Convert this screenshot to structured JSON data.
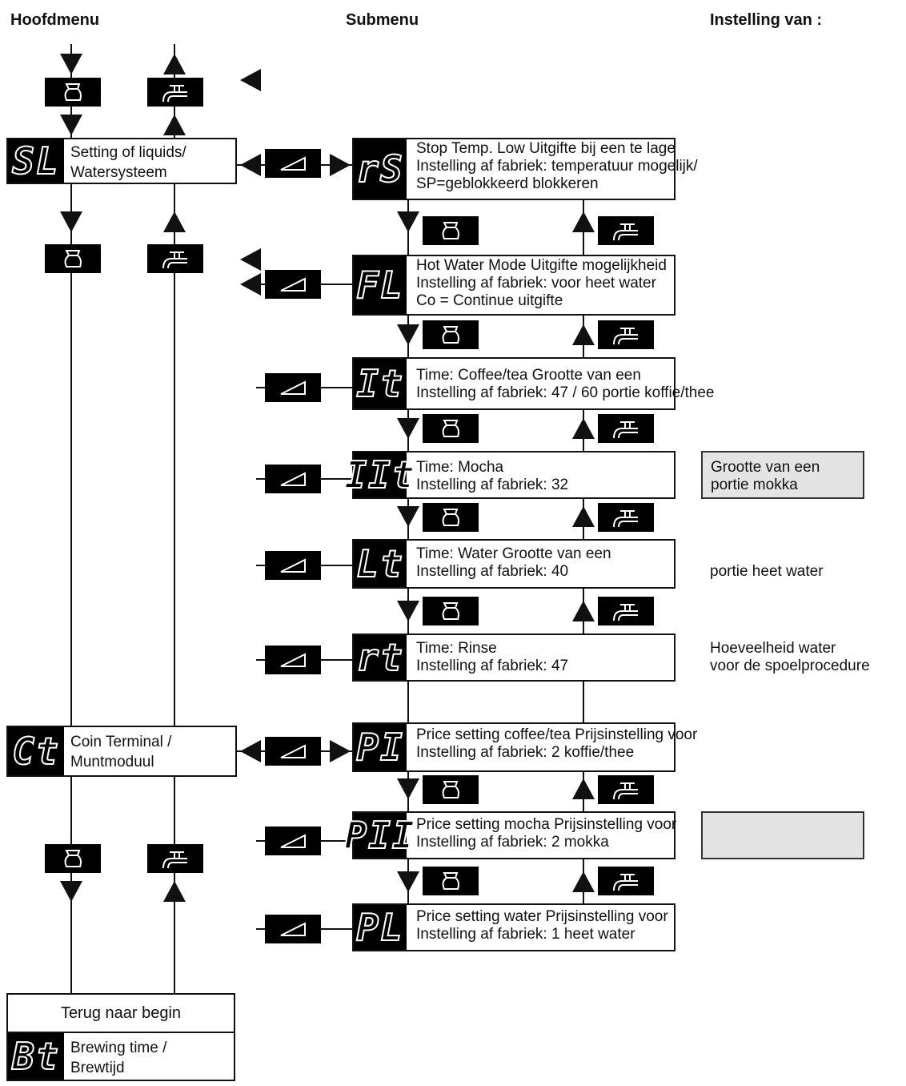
{
  "headers": {
    "main": "Hoofdmenu",
    "sub": "Submenu",
    "setting": "Instelling van :"
  },
  "main_menu": {
    "sl": {
      "code": "SL",
      "line1": "Setting of liquids/",
      "line2": "Watersysteem"
    },
    "ct": {
      "code": "Ct",
      "line1": "Coin Terminal /",
      "line2": "Muntmoduul"
    },
    "back": "Terug naar begin",
    "bt": {
      "code": "Bt",
      "line1": "Brewing time /",
      "line2": "Brewtijd"
    }
  },
  "submenu": [
    {
      "code": "rS",
      "lines": [
        "Stop Temp. Low Uitgifte bij een te lage",
        "Instelling af fabriek: temperatuur mogelijk/",
        "SP=geblokkeerd blokkeren"
      ]
    },
    {
      "code": "FL",
      "lines": [
        "Hot Water Mode Uitgifte mogelijkheid",
        "Instelling af fabriek: voor heet water",
        "Co = Continue uitgifte"
      ]
    },
    {
      "code": "It",
      "lines": [
        "Time: Coffee/tea Grootte van een",
        "Instelling af fabriek: 47 / 60 portie koffie/thee"
      ]
    },
    {
      "code": "IIt",
      "lines": [
        "Time: Mocha",
        "Instelling af fabriek: 32"
      ]
    },
    {
      "code": "Lt",
      "lines": [
        "Time: Water Grootte van een",
        "Instelling af fabriek: 40"
      ]
    },
    {
      "code": "rt",
      "lines": [
        "Time: Rinse",
        "Instelling af fabriek: 47"
      ]
    },
    {
      "code": "PI",
      "lines": [
        "Price setting coffee/tea Prijsinstelling voor",
        "Instelling af fabriek: 2 koffie/thee"
      ]
    },
    {
      "code": "PII",
      "lines": [
        "Price setting mocha Prijsinstelling voor",
        "Instelling af fabriek: 2 mokka"
      ]
    },
    {
      "code": "PL",
      "lines": [
        "Price setting water Prijsinstelling voor",
        "Instelling af fabriek: 1 heet water"
      ]
    }
  ],
  "notes": {
    "mocha": [
      "Grootte van een",
      "portie mokka"
    ],
    "water": "portie heet water",
    "rinse": [
      "Hoeveelheid water",
      "voor de spoelprocedure"
    ]
  },
  "icons": {
    "down_button": "jug-icon",
    "up_button": "tap-icon",
    "enter_button": "enter-wedge-icon"
  }
}
